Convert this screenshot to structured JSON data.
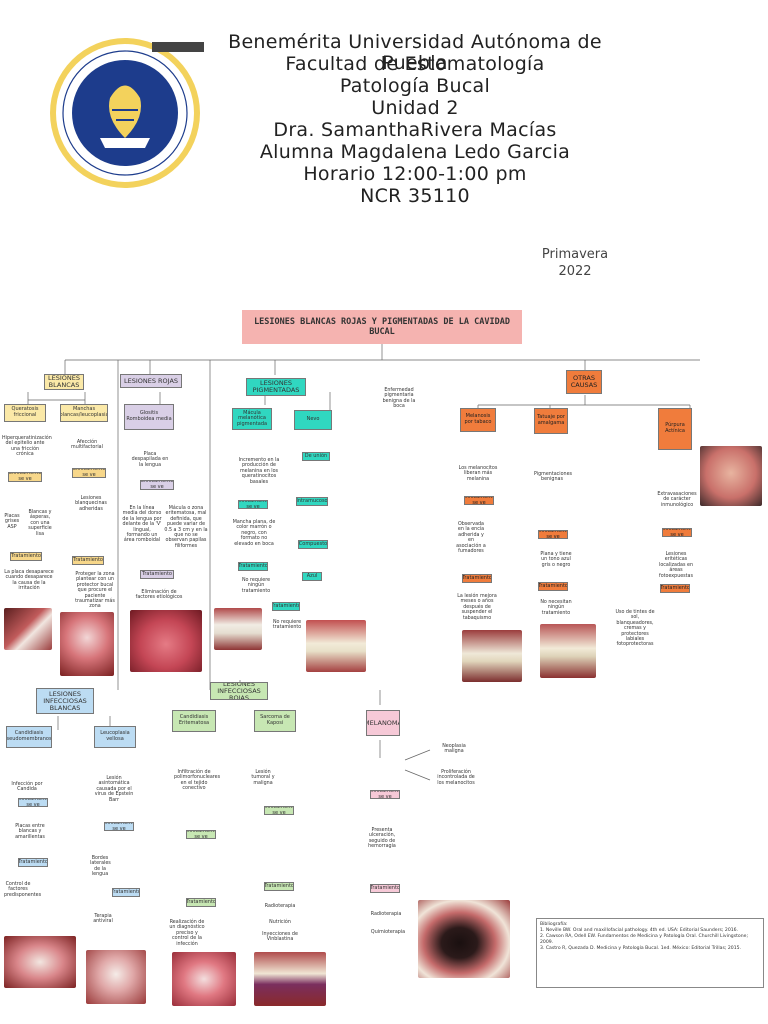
{
  "header": {
    "university": "Benemérita Universidad Autónoma de Puebla",
    "faculty": "Facultad de Estomatología",
    "subject": "Patología Bucal",
    "unit": "Unidad 2",
    "teacher": "Dra. SamanthaRivera Macías",
    "student": "Alumna Magdalena Ledo Garcia",
    "schedule": "Horario 12:00-1:00 pm",
    "ncr": "NCR 35110",
    "season": "Primavera",
    "year": "2022"
  },
  "diagram": {
    "title": "LESIONES BLANCAS ROJAS Y PIGMENTADAS DE LA CAVIDAD BUCAL",
    "blancas": {
      "label": "LESIONES BLANCAS",
      "queratosis": "Queratosis friccional",
      "queratosis_def": "Hiperqueratinización del epitelio ante una fricción crónica",
      "queratosis_clin": "Placas grises ASP",
      "queratosis_clin2": "Blancas y ásperas, con una superficie lisa",
      "queratosis_trat": "La placa desaparece cuando desaparece la causa de la irritación",
      "leuco": "Manchas blancas/leucoplasia",
      "leuco_def": "Afección multifactorial",
      "leuco_clin": "Lesiones blanquecinas adheridas",
      "leuco_trat": "Proteger la zona plantear con un protector bucal que procure el paciente traumatizar más zona"
    },
    "rojas": {
      "label": "LESIONES ROJAS",
      "glositis": "Glositis Romboidea media",
      "glositis_def": "Placa despapilada en la lengua",
      "glositis_clin": "En la línea media del dorso de la lengua por delante de la 'V' lingual, formando un área romboidal",
      "glositis_clin2": "Mácula o zona eritematosa, mal definida, que puede variar de 0.5 a 3 cm y en la que no se observan papilas filiformes",
      "glositis_trat": "Eliminación de factores etiológicos"
    },
    "pigmentadas": {
      "label": "LESIONES PIGMENTADAS",
      "macula": "Mácula melanótica pigmentada",
      "macula_def": "Incremento en la producción de melanina en los queratinocitos basales",
      "macula_clin": "Mancha plana, de color marrón o negro, con formato no elevado en boca",
      "macula_trat": "No requiere ningún tratamiento",
      "nevo": "Nevo",
      "nevo_def": "Enfermedad pigmentaria benigna de la boca",
      "nevo_tipos": [
        "De unión",
        "Intramucoso",
        "Compuesto",
        "Azul"
      ],
      "nevo_trat": "No requiere tratamiento"
    },
    "otras": {
      "label": "OTRAS CAUSAS",
      "tabaco": "Melanosis por tabaco",
      "tabaco_def": "Los melanocitos liberan más melanina",
      "tabaco_clin": "Observada en la encía adherida y en asociación a fumadores",
      "tabaco_trat": "La lesión mejora meses o años después de suspender el tabaquismo",
      "amalgama": "Tatuaje por amalgama",
      "amalgama_def": "Pigmentaciones benignas",
      "amalgama_clin": "Plana y tiene un tono azul gris o negro",
      "amalgama_trat": "No necesitan ningún tratamiento",
      "purpura": "Púrpura Actínica",
      "purpura_def": "Extravasaciones de carácter inmunológico",
      "purpura_clin": "Lesiones eritéticas localizadas en áreas fotoexpuestas",
      "purpura_trat": "Uso de tintes de sol, blanqueadores, cremas y protectores labiales fotoprotectoras"
    },
    "infecciosas_blancas": {
      "label": "LESIONES INFECCIOSAS BLANCAS",
      "candidiasis": "Candidiasis pseudomembranosa",
      "candidiasis_def": "Infección por Candida",
      "candidiasis_clin": "Placas entre blancas y amarillentas",
      "candidiasis_trat": "Control de factores predisponentes",
      "leucoplasia": "Leucoplasia vellosa",
      "leucoplasia_def": "Lesión asintomática causada por el virus de Epstein Barr",
      "leucoplasia_clin": "Bordes laterales de la lengua",
      "leucoplasia_trat": "Terapia antiviral"
    },
    "infecciosas_rojas": {
      "label": "LESIONES INFECCIOSAS ROJAS",
      "candidiasis_er": "Candidiasis Eritematosa",
      "candidiasis_er_def": "Infiltración de polimorfonucleares en el tejido conectivo",
      "candidiasis_er_trat": "Realización de un diagnóstico preciso y control de la infección",
      "kaposi": "Sarcoma de Kaposi",
      "kaposi_def": "Lesión tumoral y maligna",
      "kaposi_trat": [
        "Radioterapia",
        "Nutrición",
        "Inyecciones de Vinblastina"
      ]
    },
    "melanoma": {
      "label": "MELANOMA",
      "def": "Neoplasia maligna",
      "def2": "Proliferación incontrolada de los melanocitos",
      "clin": "Presenta ulceración, seguido de hemorragia",
      "trat": "Tratamiento",
      "trat_items": [
        "Radioterapia",
        "Quimioterapia"
      ]
    },
    "labels": {
      "def": "Es",
      "clin": "Clínicamente se ve",
      "trat": "Tratamiento"
    },
    "bibliography": {
      "title": "Bibliografía:",
      "refs": [
        "1. Neville BW. Oral and maxillofacial pathology. 4th ed. USA: Editorial Saunders; 2016.",
        "2. Cawson RA, Odell EW. Fundamentos de Medicina y Patología Oral. Churchill Livingstone; 2009.",
        "3. Castro R, Quezada D. Medicina y Patología Bucal. 1ed. México: Editorial Trillas; 2015."
      ]
    }
  },
  "colors": {
    "title_bg": "#f5b3b0",
    "blancas": "#fbe9a8",
    "rojas": "#d9cfe6",
    "pigmentadas": "#30d7c0",
    "otras": "#f07c3c",
    "inf_blancas": "#bcdcf3",
    "inf_rojas": "#c7e7b3",
    "melanoma": "#f6c9d7"
  }
}
